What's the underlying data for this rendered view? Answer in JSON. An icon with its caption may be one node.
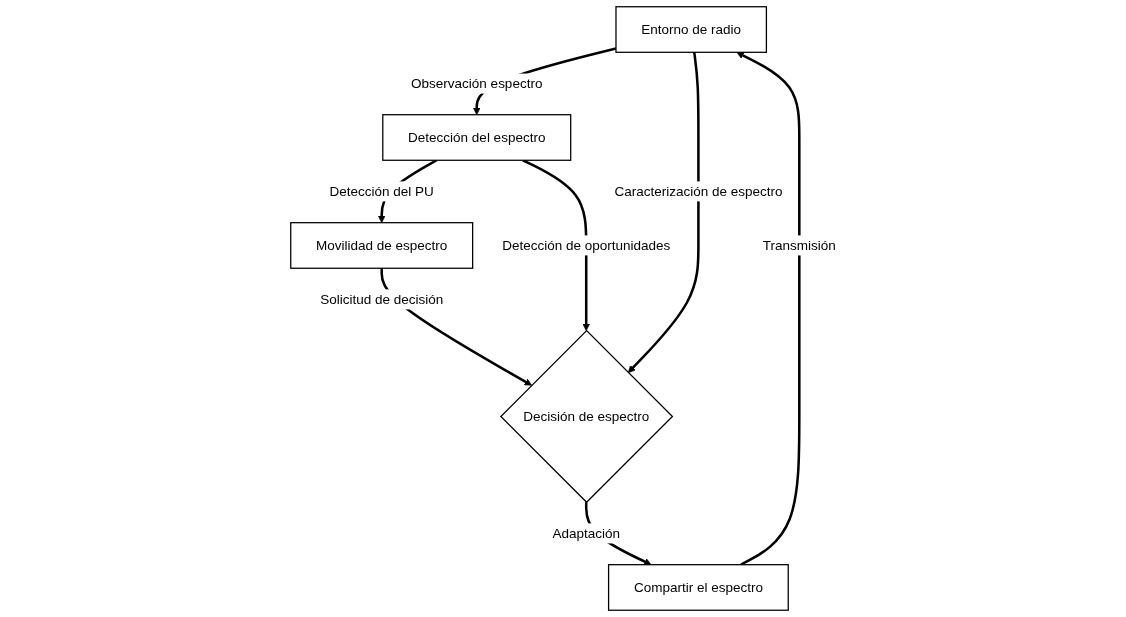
{
  "diagram": {
    "nodes": [
      {
        "text": [
          "Entorno de radio"
        ]
      },
      {
        "text": [
          "Compartir el espectro"
        ]
      },
      {
        "text": [
          "Movilidad de espectro"
        ]
      },
      {
        "text": [
          "Detección del espectro"
        ]
      },
      {
        "text": [
          "Decisión de espectro"
        ]
      }
    ],
    "edges": [
      {
        "from": 1,
        "to": 0,
        "arrow": "to",
        "label": "Transmisión"
      },
      {
        "from": 0,
        "to": 3,
        "arrow": "to",
        "label": "Observación espectro"
      },
      {
        "from": 3,
        "to": 2,
        "arrow": "to",
        "label": "Detección del PU"
      },
      {
        "from": 2,
        "to": 4,
        "arrow": "to",
        "label": "Solicitud de decisión"
      },
      {
        "from": 3,
        "to": 4,
        "arrow": "to",
        "label": "Detección de oportunidades"
      },
      {
        "from": 4,
        "to": 1,
        "arrow": "to",
        "label": "Adaptación"
      },
      {
        "from": 0,
        "to": 4,
        "arrow": "to",
        "label": "Caracterización de espectro"
      }
    ]
  }
}
